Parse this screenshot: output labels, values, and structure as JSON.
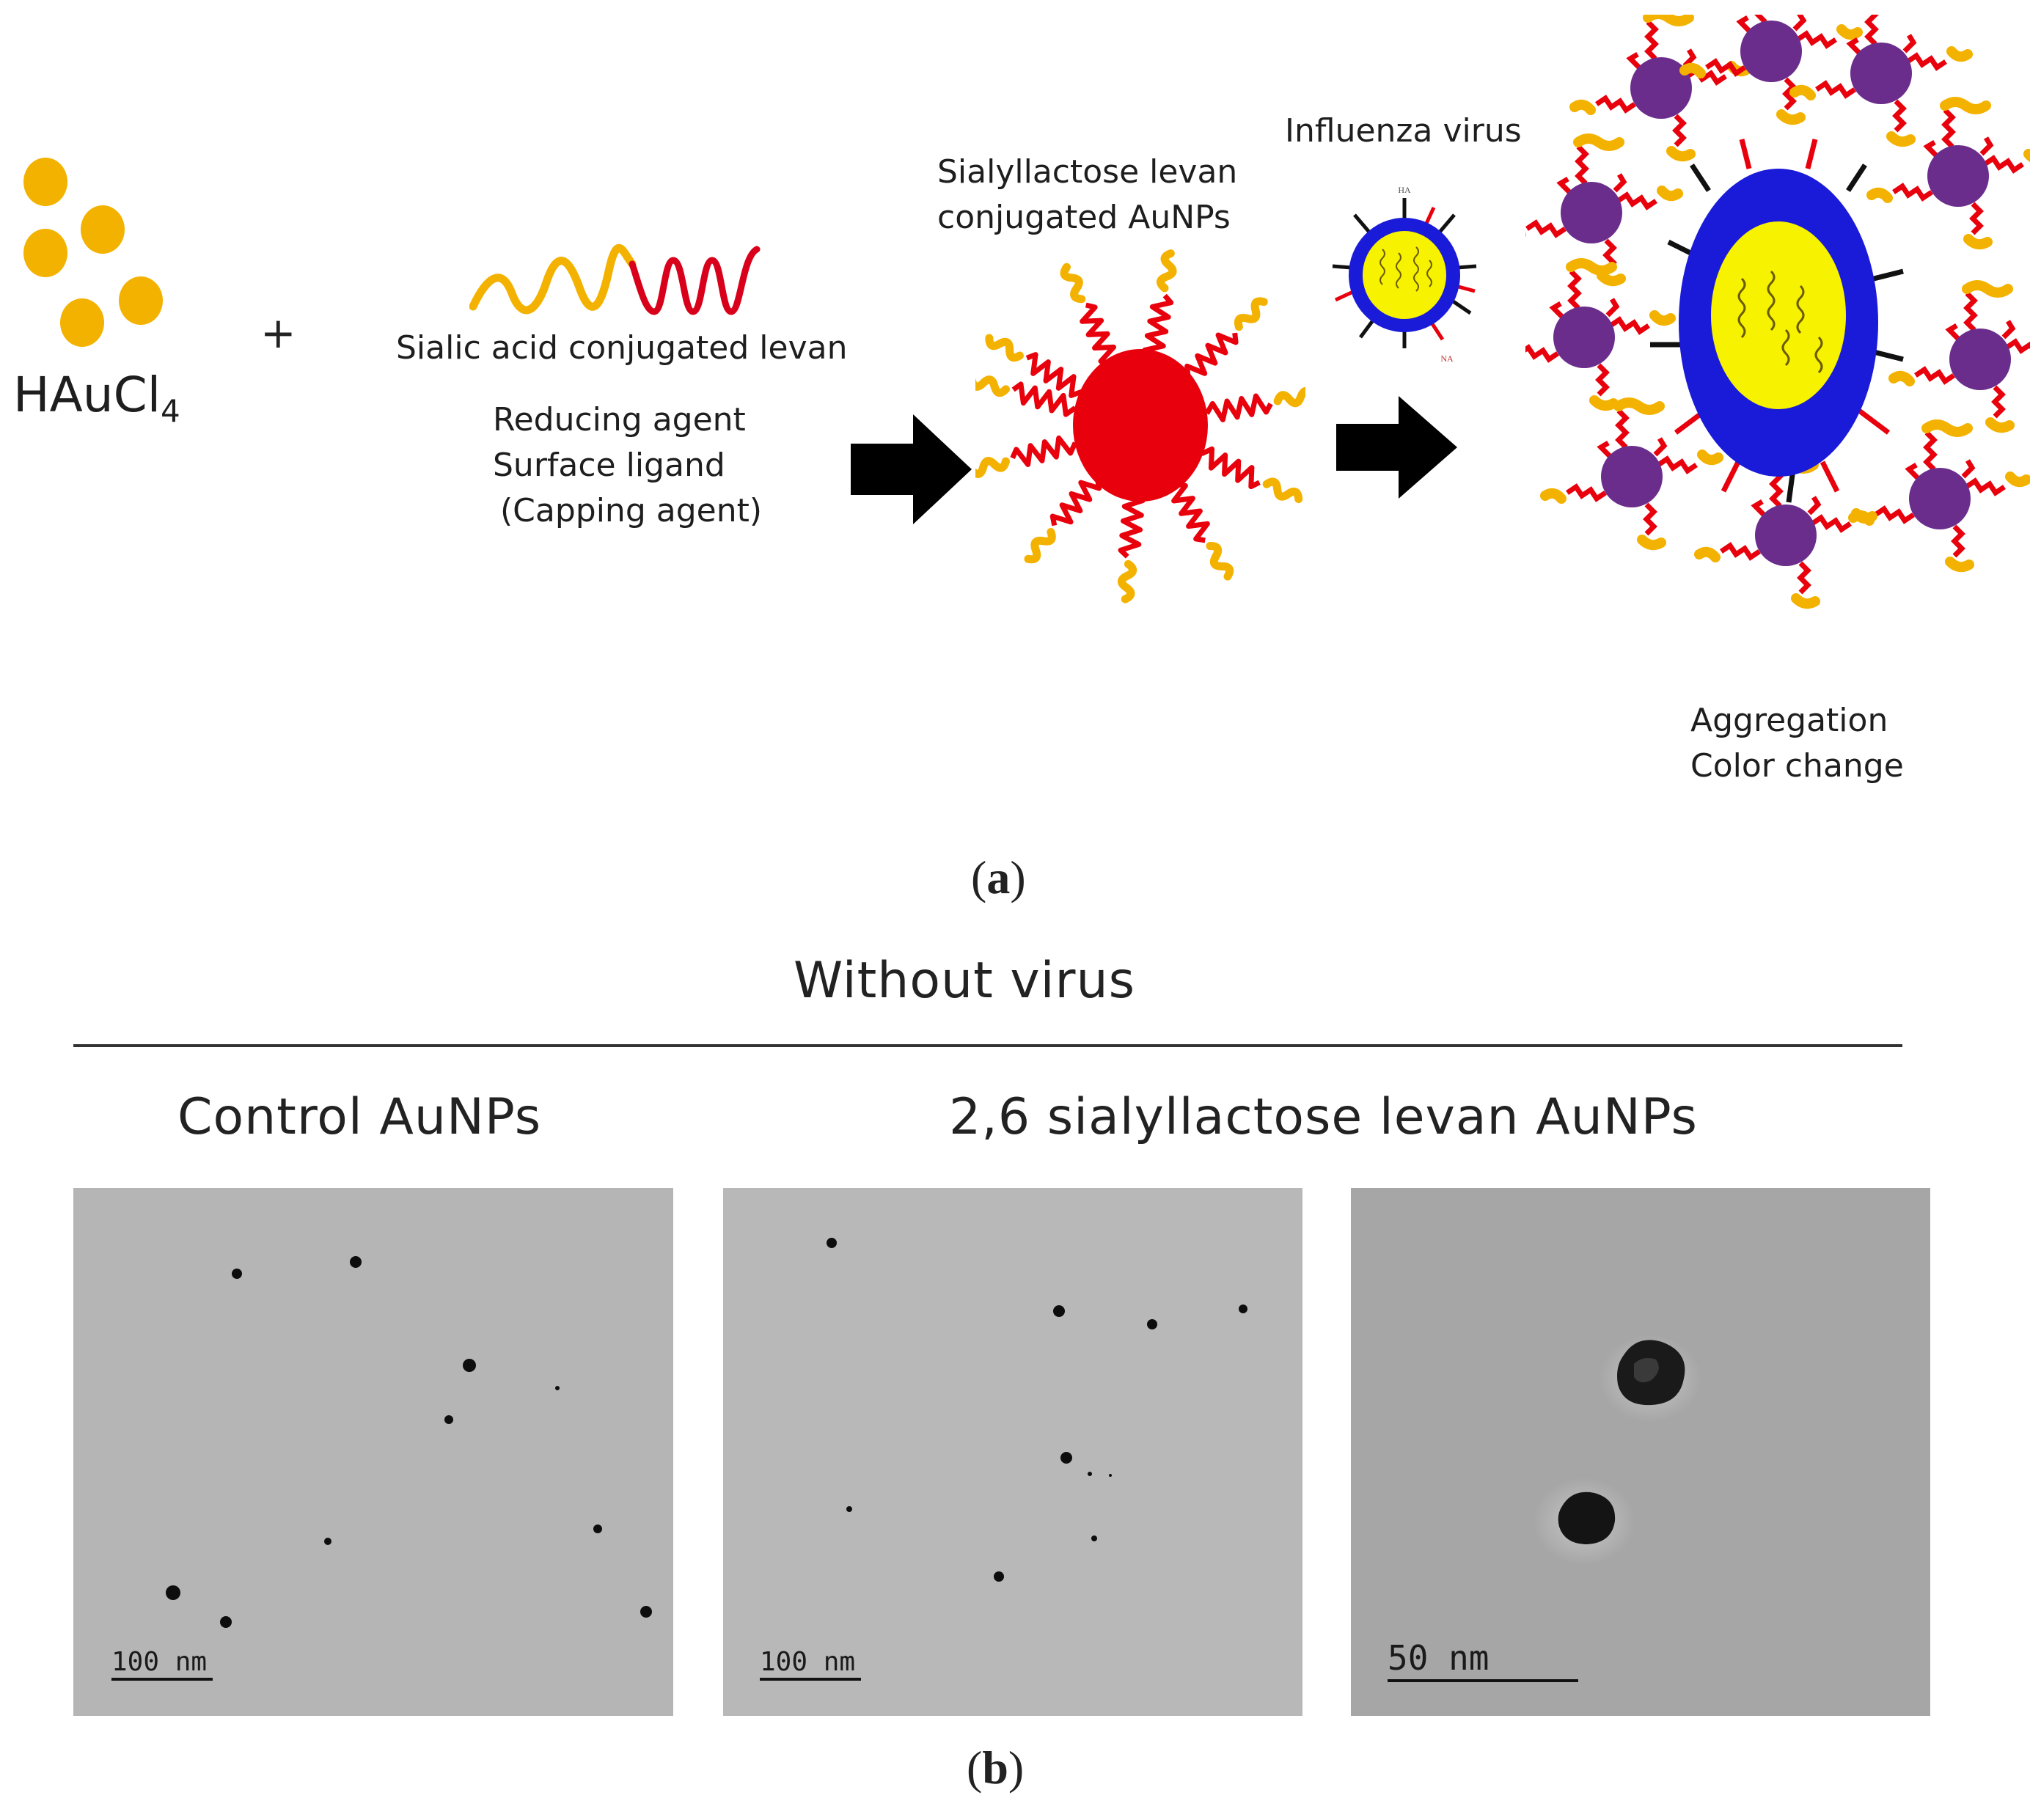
{
  "panel_a": {
    "letter": "a",
    "precursor_main": "HAuCl",
    "precursor_sub": "4",
    "plus": "+",
    "ligand_label": "Sialic acid conjugated levan",
    "roles": [
      "Reducing agent",
      "Surface ligand",
      "(Capping agent)"
    ],
    "product_label": [
      "Sialyllactose levan",
      "conjugated AuNPs"
    ],
    "virus_label": "Influenza virus",
    "virus_marks": [
      "HA",
      "NA"
    ],
    "outcome": [
      "Aggregation",
      "Color change"
    ]
  },
  "panel_b": {
    "letter": "b",
    "header": "Without virus",
    "col1_title": "Control AuNPs",
    "col2_title": "2,6 sialyllactose levan AuNPs",
    "scale_bars": [
      "100  nm",
      "100  nm",
      "50  nm"
    ]
  },
  "colors": {
    "gold": "#F4B200",
    "red": "#E8000C",
    "virus_blue": "#1A1AD9",
    "virus_core": "#F6F200",
    "aunp_purple": "#6B2D8C",
    "tem_grey": "#B5B5B5"
  }
}
